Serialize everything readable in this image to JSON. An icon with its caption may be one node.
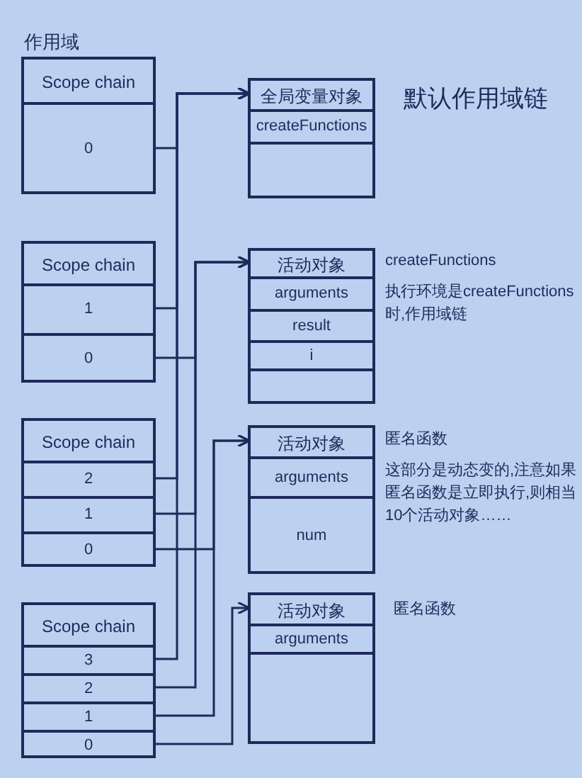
{
  "diagram": {
    "nodes": [
      {
        "text": [
          "作用域",
          "Scope chain"
        ]
      },
      {
        "text": [
          "0"
        ],
        "in": 0
      },
      {
        "text": [
          "全局变量对象"
        ],
        "beside": [
          "默认作用域链"
        ]
      },
      {
        "text": [
          "createFunctions"
        ],
        "in": 2
      },
      {
        "text": [],
        "shape": "box",
        "in": 2
      },
      {
        "text": [
          "Scope chain"
        ]
      },
      {
        "text": [
          "1"
        ],
        "in": 5
      },
      {
        "text": [
          "0"
        ],
        "in": 5
      },
      {
        "text": [
          "活动对象"
        ],
        "beside": [
          "createFunctions",
          "执行环境是createFunctions时,作用域链"
        ]
      },
      {
        "text": [
          "arguments"
        ],
        "in": 8
      },
      {
        "text": [
          "result"
        ],
        "in": 8
      },
      {
        "text": [
          "i"
        ],
        "in": 8
      },
      {
        "text": [
          "Scope chain"
        ]
      },
      {
        "text": [
          "2"
        ],
        "in": 12
      },
      {
        "text": [
          "1"
        ],
        "in": 12
      },
      {
        "text": [
          "0"
        ],
        "in": 12
      },
      {
        "text": [
          "活动对象"
        ],
        "beside": [
          "匿名函数",
          "这部分是动态变的,注意如果匿名函数是立即执行,则相当10个活动对象……"
        ]
      },
      {
        "text": [
          "arguments"
        ],
        "in": 16
      },
      {
        "text": [
          "num"
        ],
        "in": 16
      },
      {
        "text": [
          "Scope chain"
        ]
      },
      {
        "text": [
          "3"
        ],
        "in": 19
      },
      {
        "text": [
          "2"
        ],
        "in": 19
      },
      {
        "text": [
          "1"
        ],
        "in": 19
      },
      {
        "text": [
          "0"
        ],
        "in": 19
      },
      {
        "text": [
          "活动对象"
        ],
        "beside": [
          "匿名函数"
        ]
      },
      {
        "text": [
          "arguments"
        ],
        "in": 24
      }
    ],
    "edges": [
      {
        "from": 1,
        "to": 2,
        "arrow": "to"
      },
      {
        "from": 6,
        "to": 2,
        "arrow": "to"
      },
      {
        "from": 7,
        "to": 8,
        "arrow": "to"
      },
      {
        "from": 13,
        "to": 2,
        "arrow": "to"
      },
      {
        "from": 14,
        "to": 8,
        "arrow": "to"
      },
      {
        "from": 15,
        "to": 16,
        "arrow": "to"
      },
      {
        "from": 20,
        "to": 2,
        "arrow": "to"
      },
      {
        "from": 21,
        "to": 8,
        "arrow": "to"
      },
      {
        "from": 22,
        "to": 16,
        "arrow": "to"
      },
      {
        "from": 23,
        "to": 24,
        "arrow": "to"
      }
    ]
  }
}
